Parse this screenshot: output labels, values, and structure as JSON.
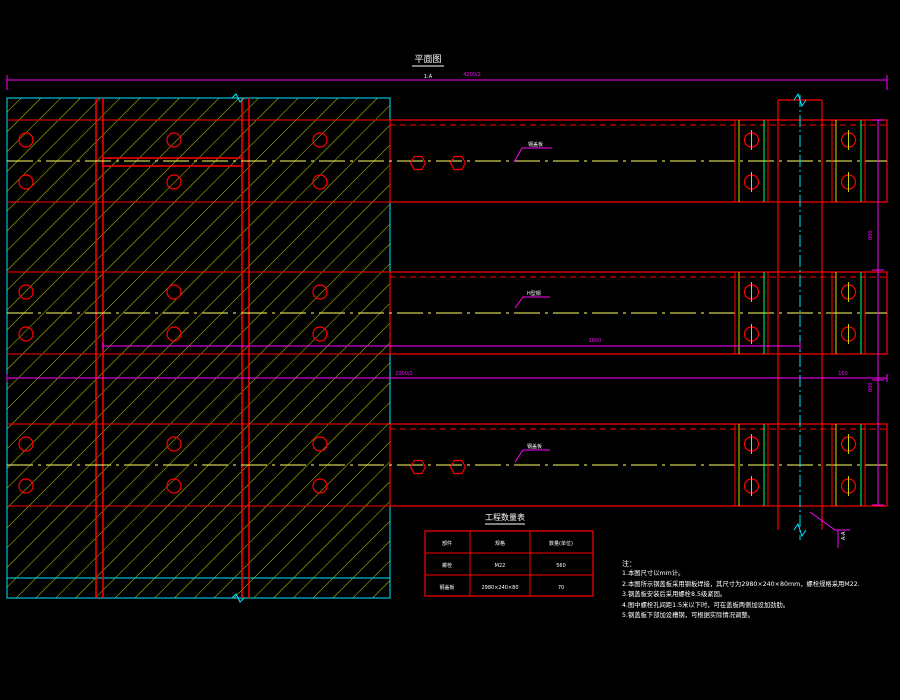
{
  "drawing": {
    "title": "平面图",
    "scale": "1:A",
    "overall_dim": "4200/2",
    "mid_dim": "2000/2",
    "inner_dim": "1800",
    "side_dim_1": "800",
    "side_dim_2": "800",
    "small_dim": "160",
    "cut_mark": "A-A",
    "labels": {
      "top": "钢盖板",
      "middle": "H型钢",
      "bottom": "钢盖板"
    }
  },
  "quantity_table": {
    "title": "工程数量表",
    "headers": [
      "部件",
      "规格",
      "数量(单位)"
    ],
    "rows": [
      [
        "螺栓",
        "M22",
        "560"
      ],
      [
        "钢盖板",
        "2980×240×80",
        "70"
      ]
    ]
  },
  "notes": {
    "heading": "注：",
    "items": [
      "1.本图尺寸以mm计。",
      "2.本图所示钢盖板采用钢板焊接，其尺寸为2980×240×80mm，螺栓规格采用M22.",
      "3.钢盖板安装后采用螺栓8.5级紧固。",
      "4.图中螺栓孔间距1.5米以下时，可在盖板两侧加设加劲肋。",
      "5.钢盖板下部加设槽钢，可根据实际情况调整。"
    ]
  },
  "colors": {
    "background": "#000000",
    "dimension": "#ff00ff",
    "structure": "#ff0000",
    "hatch": "#c8d200",
    "cyan": "#00e5ff",
    "text": "#ffffff",
    "centerline": "#ffff66"
  }
}
